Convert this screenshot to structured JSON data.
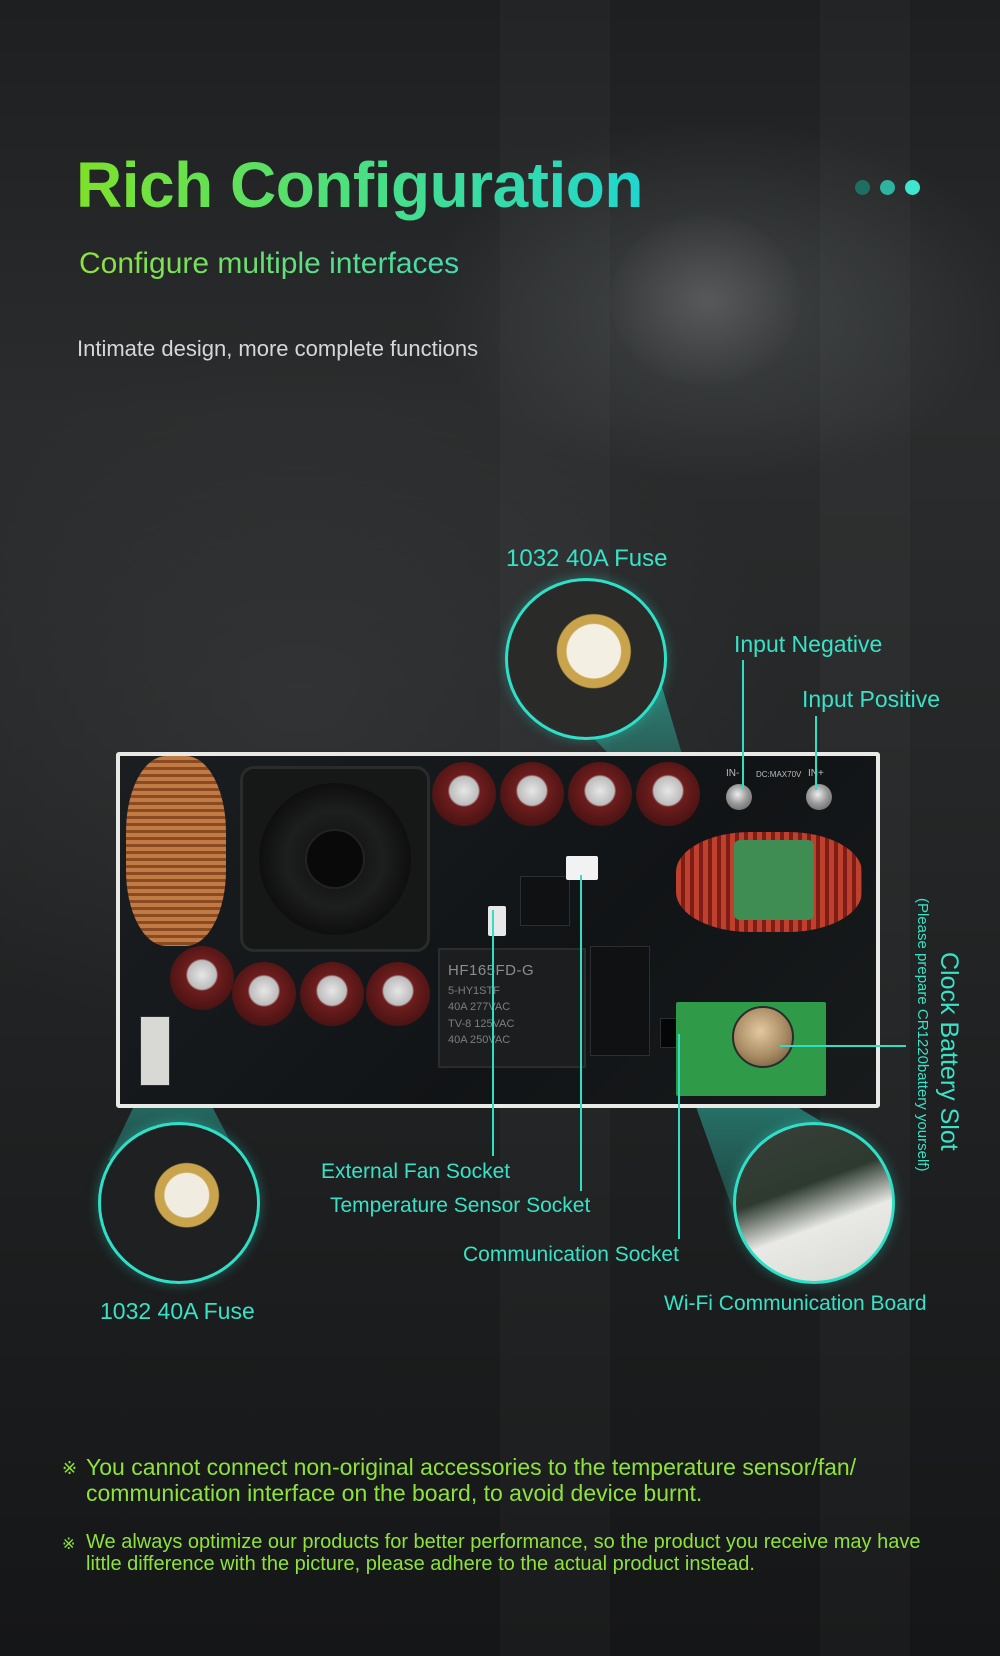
{
  "header": {
    "title": "Rich Configuration",
    "subtitle": "Configure multiple interfaces",
    "tagline": "Intimate design, more complete functions"
  },
  "pager": {
    "dots": 3,
    "colors": [
      "#1d6f63",
      "#2db3a0",
      "#3fe6cf"
    ]
  },
  "board": {
    "relay_model": "HF165FD-G",
    "relay_code": "5-HY1STF",
    "relay_rating_1": "40A 277VAC",
    "relay_rating_2": "TV-8 125VAC",
    "relay_rating_3": "40A 250VAC",
    "terminal_left": "IN-",
    "terminal_right": "IN+",
    "terminal_spec": "DC:MAX70V"
  },
  "labels": {
    "fuse_top": "1032 40A Fuse",
    "input_negative": "Input Negative",
    "input_positive": "Input Positive",
    "clock_battery": "Clock Battery Slot",
    "clock_battery_note": "(Please prepare CR1220battery yourself)",
    "external_fan": "External Fan Socket",
    "temperature_sensor": "Temperature Sensor Socket",
    "communication": "Communication Socket",
    "wifi_board": "Wi-Fi Communication Board",
    "fuse_bottom": "1032 40A Fuse"
  },
  "notes": {
    "mark": "※",
    "note_1": "You cannot connect non-original accessories to the temperature sensor/fan/ communication interface on the board, to avoid device burnt.",
    "note_2": "We always optimize our products for better performance, so the product you receive may have little difference with the picture, please adhere to the actual product instead."
  },
  "colors": {
    "accent_teal": "#38e2c6",
    "accent_green": "#8ee23a",
    "title_gradient": [
      "#7ee12a",
      "#4fe07a",
      "#1fd6d0"
    ]
  }
}
